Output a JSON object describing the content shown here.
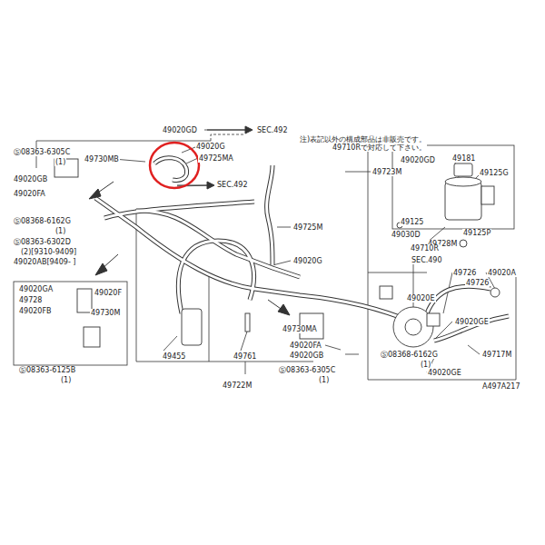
{
  "diagram": {
    "labels": [
      "49020GD",
      "SEC.492",
      "注)表記以外の構成部品は非販売です。 49710Rで対応して下さい。",
      "Ⓢ08363-6305C",
      "(1)",
      "49730MB",
      "49020G",
      "49725MA",
      "49181",
      "49125G",
      "49020GD",
      "49723M",
      "49020GB",
      "49020FA",
      "SEC.492",
      "Ⓢ08368-6162G",
      "(1)",
      "Ⓢ08363-6302D",
      "(2)[9310-9409]",
      "49020AB[9409-   ]",
      "49725M",
      "49125",
      "49030D",
      "49728M",
      "49125P",
      "49710R",
      "49020G",
      "SEC.490",
      "49726",
      "49020A",
      "49726",
      "49020GA",
      "49020F",
      "49728",
      "49020FB",
      "49730M",
      "49020E",
      "49020GE",
      "49730MA",
      "49020FA",
      "49020GB",
      "Ⓢ08368-6162G",
      "(1)",
      "49717M",
      "49020GE",
      "Ⓢ08363-6125B",
      "(1)",
      "49455",
      "49761",
      "Ⓢ08363-6305C",
      "(1)",
      "49722M",
      "A497A217"
    ]
  }
}
